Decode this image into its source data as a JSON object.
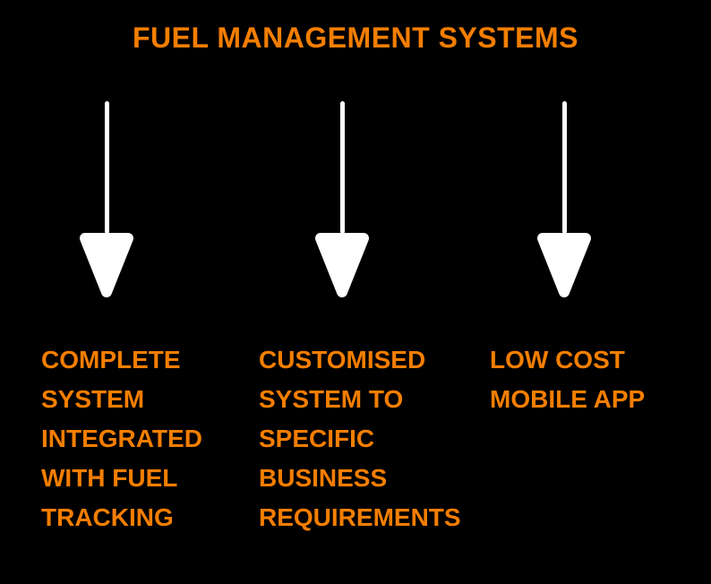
{
  "title": "FUEL MANAGEMENT SYSTEMS",
  "colors": {
    "background": "#000000",
    "accent_orange": "#F47E00",
    "arrow_white": "#FFFFFF"
  },
  "columns": [
    {
      "icon": "down-arrow-icon",
      "text": "COMPLETE SYSTEM INTEGRATED WITH FUEL TRACKING",
      "lines": [
        "COMPLETE",
        "SYSTEM",
        "INTEGRATED",
        "WITH FUEL",
        "TRACKING"
      ]
    },
    {
      "icon": "down-arrow-icon",
      "text": "CUSTOMISED SYSTEM TO SPECIFIC BUSINESS REQUIREMENTS",
      "lines": [
        "CUSTOMISED",
        "SYSTEM TO",
        "SPECIFIC",
        "BUSINESS",
        "REQUIREMENTS"
      ]
    },
    {
      "icon": "down-arrow-icon",
      "text": "LOW COST MOBILE APP",
      "lines": [
        "LOW COST",
        "MOBILE APP"
      ]
    }
  ]
}
